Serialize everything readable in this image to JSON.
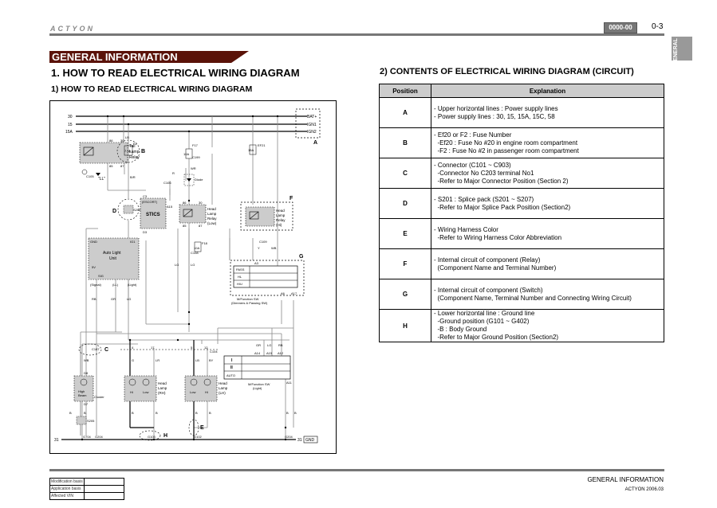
{
  "header": {
    "brand": "ACTYON",
    "code_badge": "0000-00",
    "page_number": "0-3",
    "side_tab": "GENERAL"
  },
  "banner": "GENERAL INFORMATION",
  "title": "1. HOW TO READ ELECTRICAL WIRING DIAGRAM",
  "left_section_title": "1) HOW TO READ ELECTRICAL WIRING DIAGRAM",
  "right_section_title": "2) CONTENTS OF ELECTRICAL WIRING DIAGRAM (CIRCUIT)",
  "diagram": {
    "power_lines": [
      "30",
      "15",
      "15A"
    ],
    "power_labels": [
      "BAT+",
      "IGN1",
      "IGN2"
    ],
    "ground_line": "31",
    "ground_label": "GND",
    "callouts": [
      "A",
      "B",
      "C",
      "D",
      "E",
      "F",
      "G",
      "H"
    ],
    "components": {
      "tail_lamp_relay": [
        "Tail",
        "Lamp",
        "Relay"
      ],
      "tail_relay_pins": [
        "86",
        "30",
        "85",
        "87"
      ],
      "ll": "\"LL\"",
      "c105": "C105",
      "fuse_f2": "F2",
      "fuse_f2_rating": "7.5A",
      "fuse_f2_pin": "LB",
      "fuse_f17": "F17",
      "fuse_f17_rating": "10A",
      "c199": "C199",
      "fuse_ef21": "EF21",
      "fuse_ef21_rating": "15A",
      "diode": "Diode",
      "c106": "C106",
      "stics_header": "(ESCORT)",
      "stics": "STICS",
      "stics_pins": [
        "C3",
        "A15",
        "D3"
      ],
      "s202": "S202",
      "hl_relay_low": [
        "Head",
        "Lamp",
        "Relay",
        "(Low)"
      ],
      "hl_relay_hi": [
        "Head",
        "Lamp",
        "Relay",
        "(Hi)"
      ],
      "relay_pins": [
        "86",
        "30",
        "85",
        "87"
      ],
      "fuse_f18": "F18",
      "fuse_f18_rating": "10A",
      "c108": "C108",
      "c109": "C109",
      "auto_light_unit": [
        "Auto Light",
        "Unit"
      ],
      "alu_pins": [
        "GND",
        "IG1",
        "5V",
        "SIG"
      ],
      "alu_outputs": [
        "(Signal)",
        "(LL)",
        "(Light)"
      ],
      "mf_dimmer_rows": [
        "PASS",
        "HL",
        "H/U"
      ],
      "mf_dimmer_name": [
        "M/Function SW",
        "(Dimmers & Passing SW)"
      ],
      "mf_dimmer_pins": [
        "A3",
        "A6",
        "A17"
      ],
      "c187": "C187",
      "c104": "C104",
      "connector_pins": [
        "4",
        "17",
        "5",
        "12"
      ],
      "cluster": [
        "High",
        "Beam",
        "Cluster"
      ],
      "cluster_pins": [
        "D8",
        "D7"
      ],
      "hl_rh": [
        "Head",
        "Lamp",
        "(RH)"
      ],
      "hl_lh": [
        "Head",
        "Lamp",
        "(LH)"
      ],
      "lamp_hi": "Hi",
      "lamp_low": "Low",
      "s205": "S205",
      "mf_light_rows": [
        "I",
        "II",
        "AUTO"
      ],
      "mf_light_name": [
        "M/Function SW",
        "(Light)"
      ],
      "mf_light_pins": [
        "A14",
        "A15",
        "A12",
        "A11"
      ],
      "grounds": [
        "G704",
        "G204",
        "G103",
        "G102",
        "G204"
      ]
    },
    "wire_colors": [
      "B/R",
      "WR",
      "R",
      "LG",
      "Y",
      "WB",
      "RB",
      "GR",
      "G",
      "LR",
      "LB",
      "BY",
      "B"
    ]
  },
  "table": {
    "headers": [
      "Position",
      "Explanation"
    ],
    "rows": [
      {
        "position": "A",
        "lines": [
          "- Upper horizontal lines : Power supply lines",
          "- Power supply lines : 30, 15, 15A, 15C, 58"
        ]
      },
      {
        "position": "B",
        "lines": [
          "- Ef20 or F2 : Fuse Number",
          "  -Ef20 : Fuse No #20 in engine room compartment",
          "  -F2 : Fuse No #2 in passenger room compartment"
        ]
      },
      {
        "position": "C",
        "lines": [
          "- Connector (C101 ~ C903)",
          "  -Connector No C203 terminal No1",
          "  -Refer to Major Connector Position (Section 2)"
        ]
      },
      {
        "position": "D",
        "lines": [
          "- S201 : Splice pack (S201 ~ S207)",
          "  -Refer to Major Splice Pack Position (Section2)"
        ]
      },
      {
        "position": "E",
        "lines": [
          "- Wiring Harness Color",
          "  -Refer to Wiring Harness Color Abbreviation"
        ]
      },
      {
        "position": "F",
        "lines": [
          "- Internal circuit of component (Relay)",
          "  (Component Name and Terminal Number)"
        ]
      },
      {
        "position": "G",
        "lines": [
          "- Internal circuit of component (Switch)",
          "  (Component Name, Terminal Number and Connecting Wiring Circuit)"
        ]
      },
      {
        "position": "H",
        "lines": [
          "- Lower horizontal line : Ground line",
          "  -Ground position (G101 ~ G402)",
          "  -B : Body Ground",
          "  -Refer to Major Ground Position (Section2)"
        ]
      }
    ]
  },
  "footer": {
    "basis_rows": [
      "Modification basis",
      "Application basis",
      "Affected VIN"
    ],
    "section": "GENERAL INFORMATION",
    "edition": "ACTYON 2006.03"
  },
  "colors": {
    "banner": "#5a1208",
    "rule": "#777777",
    "component_fill": "#cccccc",
    "table_header": "#cccccc"
  }
}
